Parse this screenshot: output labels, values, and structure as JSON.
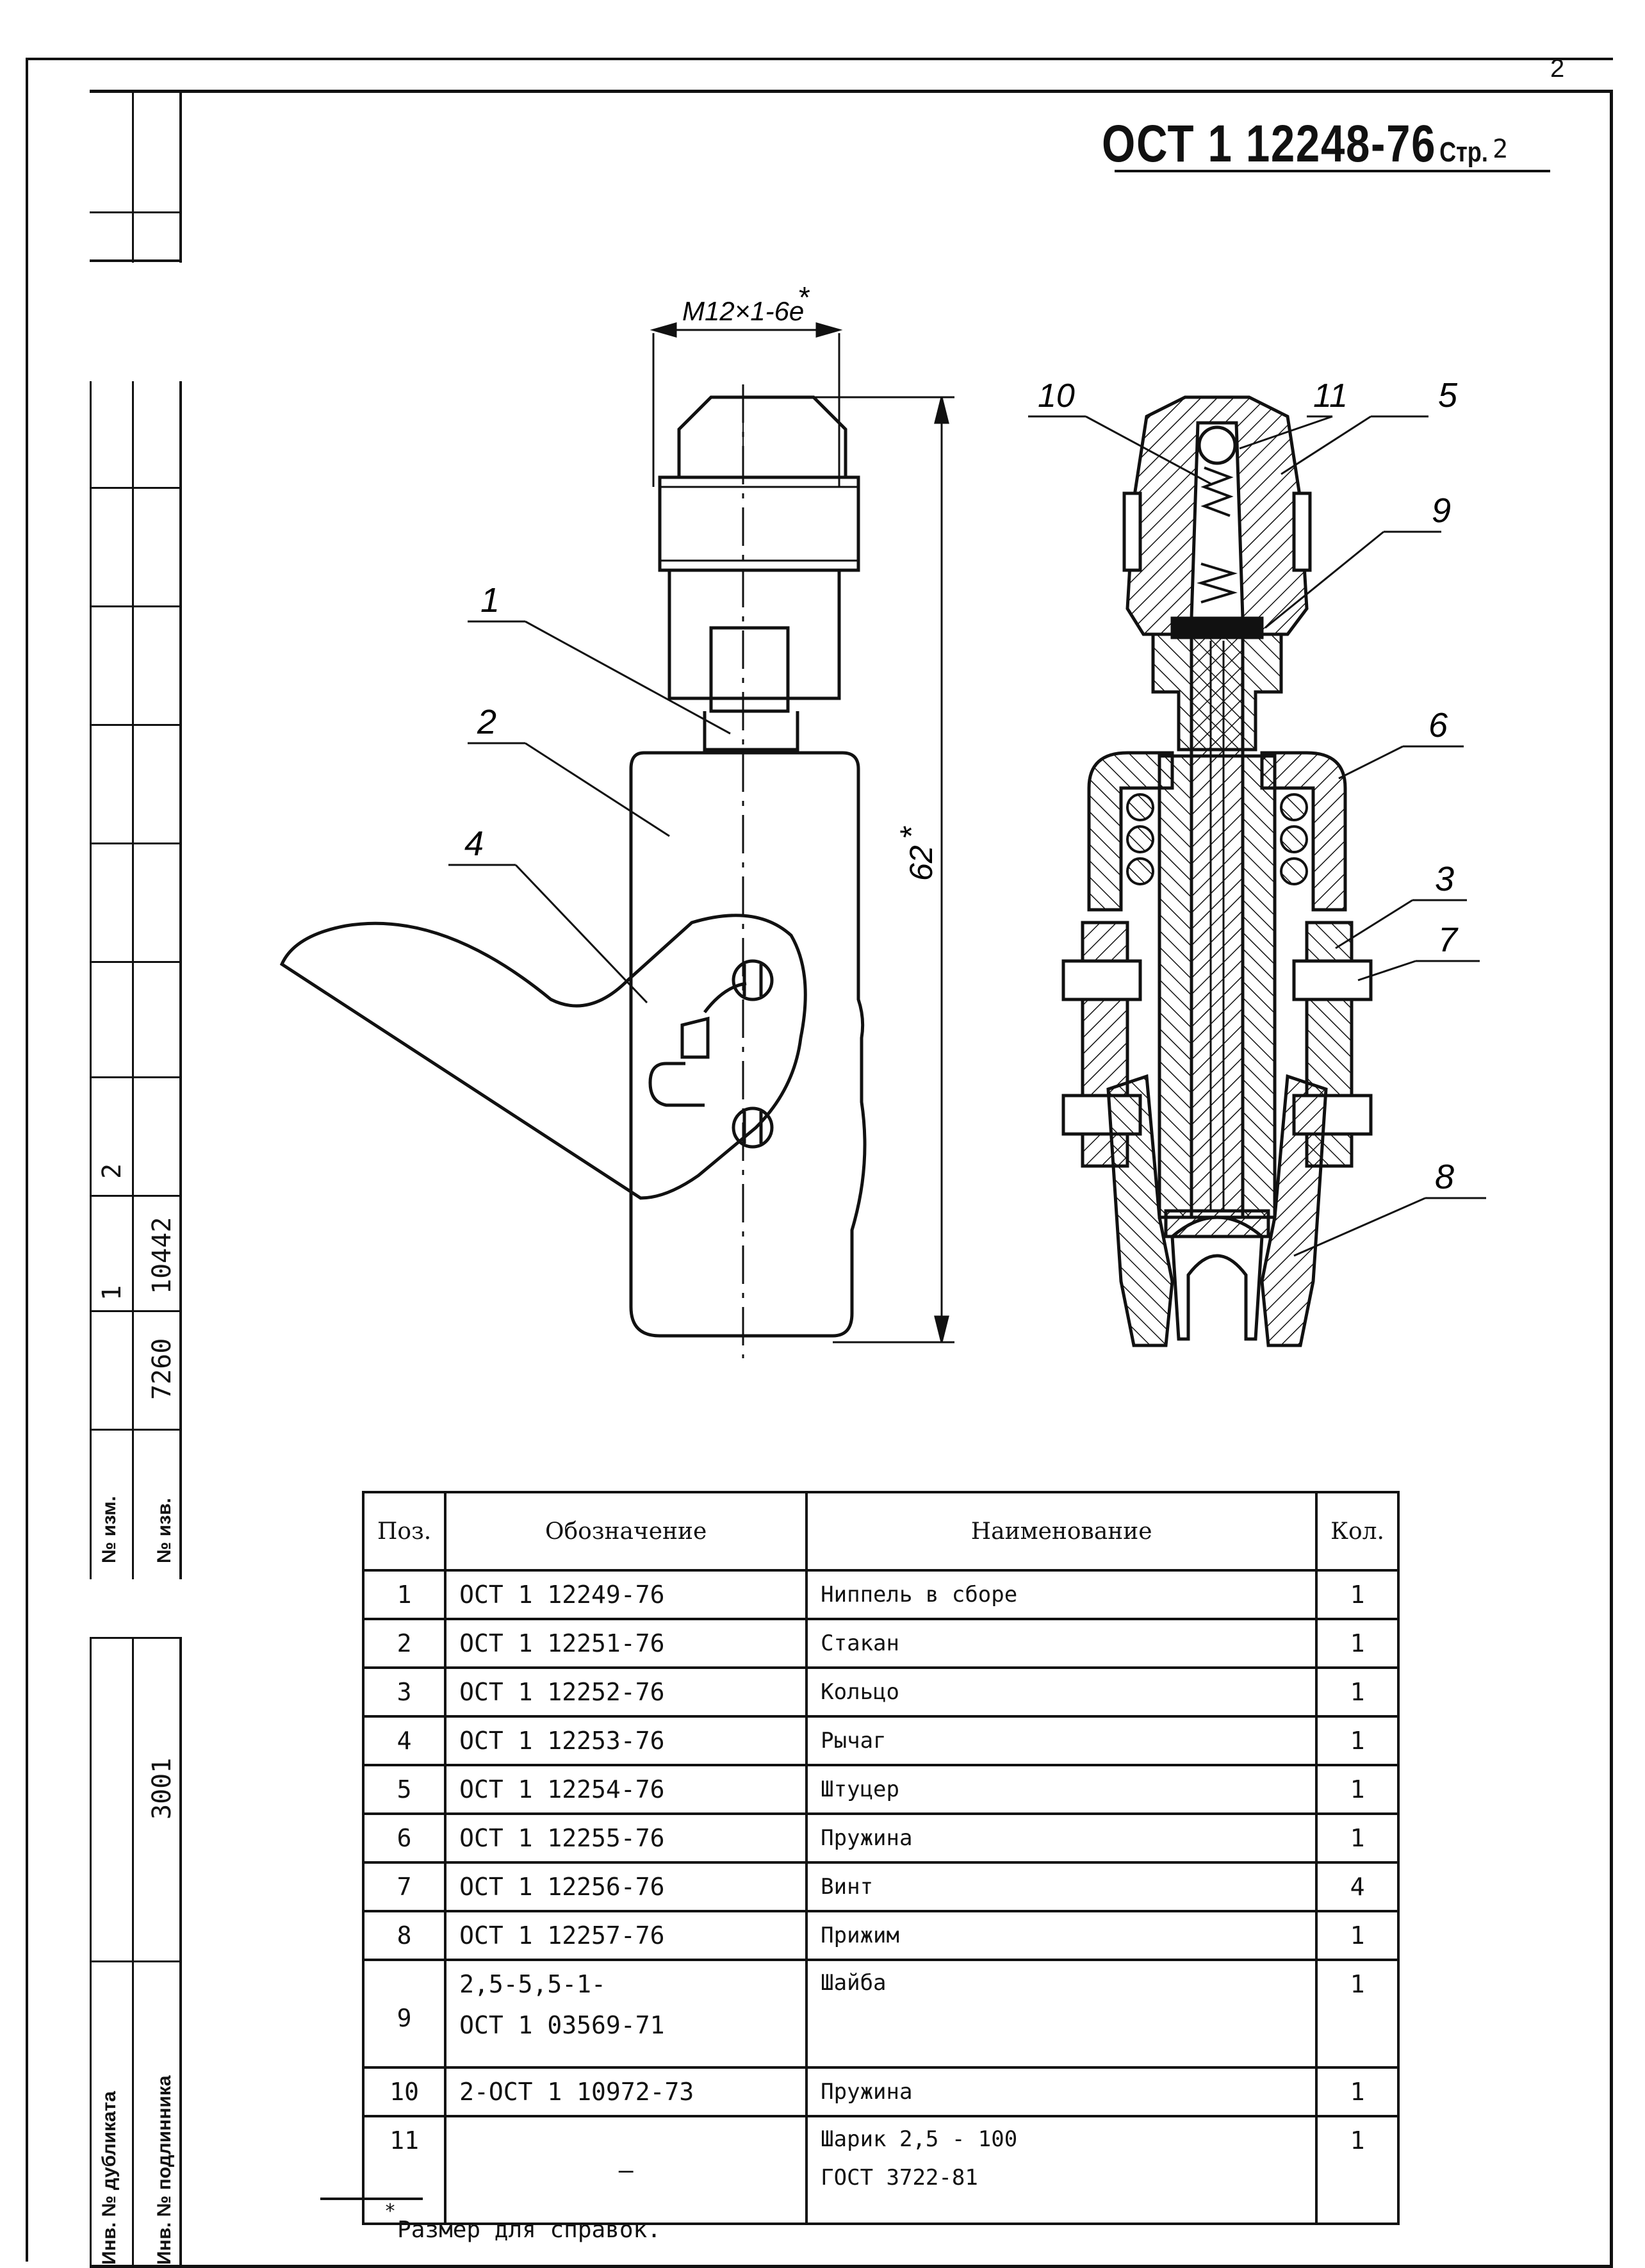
{
  "page_number": "2",
  "header": {
    "standard": "ОСТ 1 12248-76",
    "page_label": "Стр.",
    "page_value": "2"
  },
  "side_stamp": {
    "change_label": "№ изм.",
    "doc_label": "№ изв.",
    "change_1": "1",
    "change_2": "2",
    "doc_1": "7260",
    "doc_2": "10442",
    "dup_label": "Инв. № дубликата",
    "orig_label": "Инв. № подлинника",
    "orig_value": "3001"
  },
  "drawing": {
    "thread_dim": "M12×1-6e",
    "length_dim": "62",
    "ref_mark": "*",
    "callouts": [
      "1",
      "2",
      "3",
      "4",
      "5",
      "6",
      "7",
      "8",
      "9",
      "10",
      "11"
    ]
  },
  "table": {
    "headers": [
      "Поз.",
      "Обозначение",
      "Наименование",
      "Кол."
    ],
    "rows": [
      {
        "pos": "1",
        "code": "ОСТ 1 12249-76",
        "name": "Ниппель в сборе",
        "qty": "1"
      },
      {
        "pos": "2",
        "code": "ОСТ 1 12251-76",
        "name": "Стакан",
        "qty": "1"
      },
      {
        "pos": "3",
        "code": "ОСТ 1 12252-76",
        "name": "Кольцо",
        "qty": "1"
      },
      {
        "pos": "4",
        "code": "ОСТ 1 12253-76",
        "name": "Рычаг",
        "qty": "1"
      },
      {
        "pos": "5",
        "code": "ОСТ 1 12254-76",
        "name": "Штуцер",
        "qty": "1"
      },
      {
        "pos": "6",
        "code": "ОСТ 1 12255-76",
        "name": "Пружина",
        "qty": "1"
      },
      {
        "pos": "7",
        "code": "ОСТ 1 12256-76",
        "name": "Винт",
        "qty": "4"
      },
      {
        "pos": "8",
        "code": "ОСТ 1 12257-76",
        "name": "Прижим",
        "qty": "1"
      },
      {
        "pos": "9",
        "code": "2,5-5,5-1-",
        "code2": "ОСТ 1 03569-71",
        "name": "Шайба",
        "qty": "1"
      },
      {
        "pos": "10",
        "code": "2-ОСТ 1 10972-73",
        "name": "Пружина",
        "qty": "1"
      },
      {
        "pos": "11",
        "code": "—",
        "name": "Шарик 2,5 - 100",
        "name2": "ГОСТ 3722-81",
        "qty": "1"
      }
    ]
  },
  "footnote": {
    "mark": "*",
    "text": "Размер для справок."
  }
}
